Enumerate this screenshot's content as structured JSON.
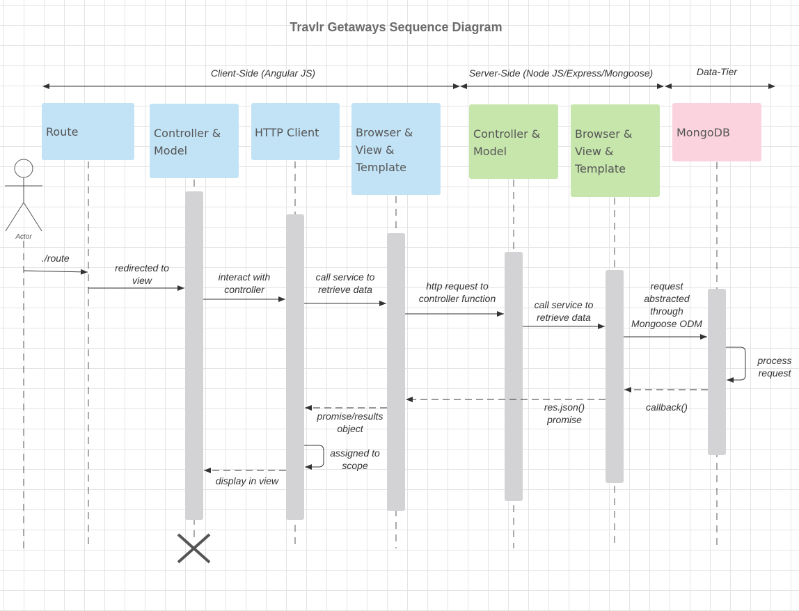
{
  "title": "Travlr Getaways Sequence Diagram",
  "regions": {
    "client": "Client-Side (Angular JS)",
    "server": "Server-Side (Node JS/Express/Mongoose)",
    "data": "Data-Tier"
  },
  "actor": {
    "label": "Actor"
  },
  "colors": {
    "client_box": "#c2e3f6",
    "server_box": "#c7e6ac",
    "data_box": "#fad3de",
    "activation": "#d3d3d5",
    "termination": "#555555"
  },
  "participants": [
    {
      "id": "route",
      "lines": [
        "Route"
      ]
    },
    {
      "id": "client-controller",
      "lines": [
        "Controller &",
        "Model"
      ]
    },
    {
      "id": "http-client",
      "lines": [
        "HTTP Client"
      ]
    },
    {
      "id": "client-browser",
      "lines": [
        "Browser &",
        "View &",
        "Template"
      ]
    },
    {
      "id": "server-controller",
      "lines": [
        "Controller &",
        "Model"
      ]
    },
    {
      "id": "server-browser",
      "lines": [
        "Browser &",
        "View &",
        "Template"
      ]
    },
    {
      "id": "mongodb",
      "lines": [
        "MongoDB"
      ]
    }
  ],
  "messages": [
    {
      "id": "route-call",
      "lines": [
        "./route"
      ]
    },
    {
      "id": "redirected",
      "lines": [
        "redirected to",
        "view"
      ]
    },
    {
      "id": "interact",
      "lines": [
        "interact with",
        "controller"
      ]
    },
    {
      "id": "call-service-1",
      "lines": [
        "call service to",
        "retrieve data"
      ]
    },
    {
      "id": "http-request",
      "lines": [
        "http request to",
        "controller function"
      ]
    },
    {
      "id": "call-service-2",
      "lines": [
        "call service to",
        "retrieve data"
      ]
    },
    {
      "id": "request-abstracted",
      "lines": [
        "request",
        "abstracted",
        "through",
        "Mongoose ODM"
      ]
    },
    {
      "id": "process-request",
      "lines": [
        "process",
        "request"
      ]
    },
    {
      "id": "callback",
      "lines": [
        "callback()"
      ]
    },
    {
      "id": "res-json",
      "lines": [
        "res.json()",
        "promise"
      ]
    },
    {
      "id": "promise-results",
      "lines": [
        "promise/results",
        "object"
      ]
    },
    {
      "id": "assigned-scope",
      "lines": [
        "assigned to",
        "scope"
      ]
    },
    {
      "id": "display-view",
      "lines": [
        "display in view"
      ]
    }
  ]
}
